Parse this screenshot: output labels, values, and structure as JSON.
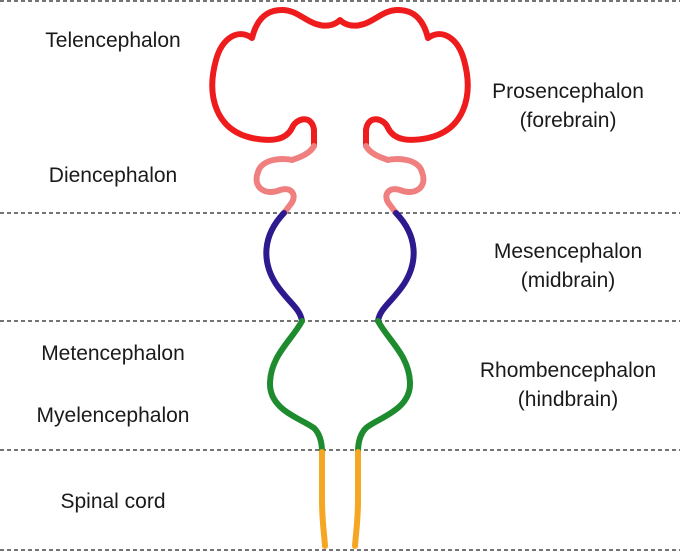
{
  "labels": {
    "telencephalon": "Telencephalon",
    "diencephalon": "Diencephalon",
    "metencephalon": "Metencephalon",
    "myelencephalon": "Myelencephalon",
    "spinal_cord": "Spinal cord"
  },
  "divisions": {
    "prosencephalon": {
      "name": "Prosencephalon",
      "common": "(forebrain)"
    },
    "mesencephalon": {
      "name": "Mesencephalon",
      "common": "(midbrain)"
    },
    "rhombencephalon": {
      "name": "Rhombencephalon",
      "common": "(hindbrain)"
    }
  },
  "colors": {
    "telencephalon": "#ee1c1c",
    "diencephalon": "#f08080",
    "mesencephalon": "#2e1a8e",
    "rhombencephalon": "#1e8c2e",
    "spinal_cord": "#f5a623",
    "divider": "#222222",
    "text": "#1a1a1a"
  }
}
